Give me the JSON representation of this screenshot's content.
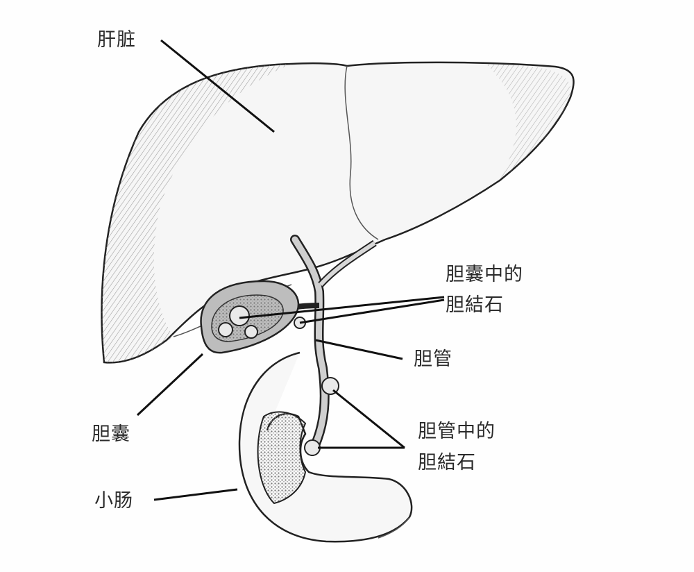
{
  "labels": {
    "liver": "肝脏",
    "gallstones_in_gallbladder_line1": "胆囊中的",
    "gallstones_in_gallbladder_line2": "胆結石",
    "bile_duct": "胆管",
    "gallbladder": "胆囊",
    "gallstones_in_bile_duct_line1": "胆管中的",
    "gallstones_in_bile_duct_line2": "胆結石",
    "small_intestine": "小肠"
  },
  "colors": {
    "ink": "#2a2a2a",
    "paper": "#fefefe",
    "shading": "#9a9a9a"
  }
}
